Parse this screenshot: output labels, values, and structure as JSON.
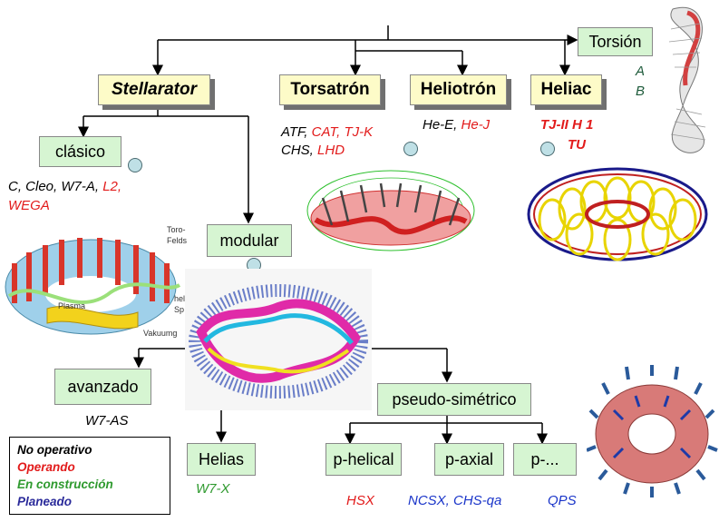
{
  "boxes": {
    "torsion": "Torsión",
    "stellarator": "Stellarator",
    "torsatron": "Torsatrón",
    "heliotron": "Heliotrón",
    "heliac": "Heliac",
    "clasico": "clásico",
    "modular": "modular",
    "avanzado": "avanzado",
    "pseudo": "pseudo-simétrico",
    "helias": "Helias",
    "phelical": "p-helical",
    "paxial": "p-axial",
    "pother": "p-..."
  },
  "labels": {
    "torsion_a": "A",
    "torsion_b": "B",
    "torsatron_1a": "ATF,",
    "torsatron_1b": "CAT, TJ-K",
    "torsatron_2a": "CHS,",
    "torsatron_2b": "LHD",
    "heliotron_a": "He-E,",
    "heliotron_b": "He-J",
    "heliac_1": "TJ-II H 1",
    "heliac_2": "TU",
    "clasico_1a": "C, Cleo, W7-A,",
    "clasico_1b": "L2,",
    "clasico_2": "WEGA",
    "avanzado": "W7-AS",
    "helias": "W7-X",
    "phelical": "HSX",
    "paxial": "NCSX, CHS-qa",
    "pother": "QPS"
  },
  "image_text": {
    "toro": "Toro-",
    "felds": "Felds",
    "plasma": "Plasma",
    "hel": "hel",
    "sp": "Sp",
    "vakuum": "Vakuumg"
  },
  "legend": {
    "no_operativo": "No operativo",
    "operando": "Operando",
    "construccion": "En construcción",
    "planeado": "Planeado"
  },
  "colors": {
    "box_green": "#d6f5d2",
    "box_yellow": "#fdfbc8",
    "operating_red": "#e21b1b",
    "construction_green": "#2f9a2f",
    "planned_blue": "#1a35c9"
  }
}
